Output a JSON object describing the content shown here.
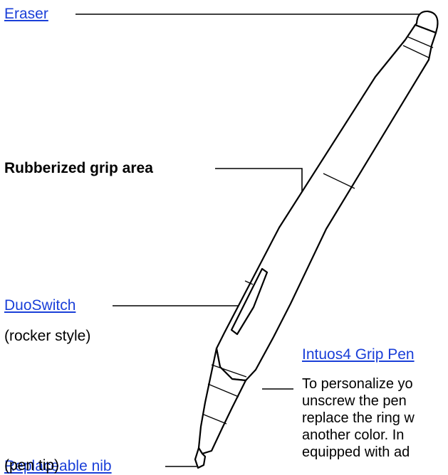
{
  "labels": {
    "eraser": "Eraser",
    "grip_area": "Rubberized grip area",
    "duoswitch": "DuoSwitch",
    "duoswitch_sub": "(rocker style)",
    "grip_pen": "Intuos4 Grip Pen",
    "nib": "Replaceable nib",
    "nib_sub": "(pen tip)"
  },
  "description_lines": [
    "To personalize yo",
    "unscrew the pen",
    "replace the ring w",
    "another color.  In",
    "equipped with ad"
  ],
  "colors": {
    "link": "#1a3fd8",
    "text": "#000000",
    "outline": "#000000"
  }
}
